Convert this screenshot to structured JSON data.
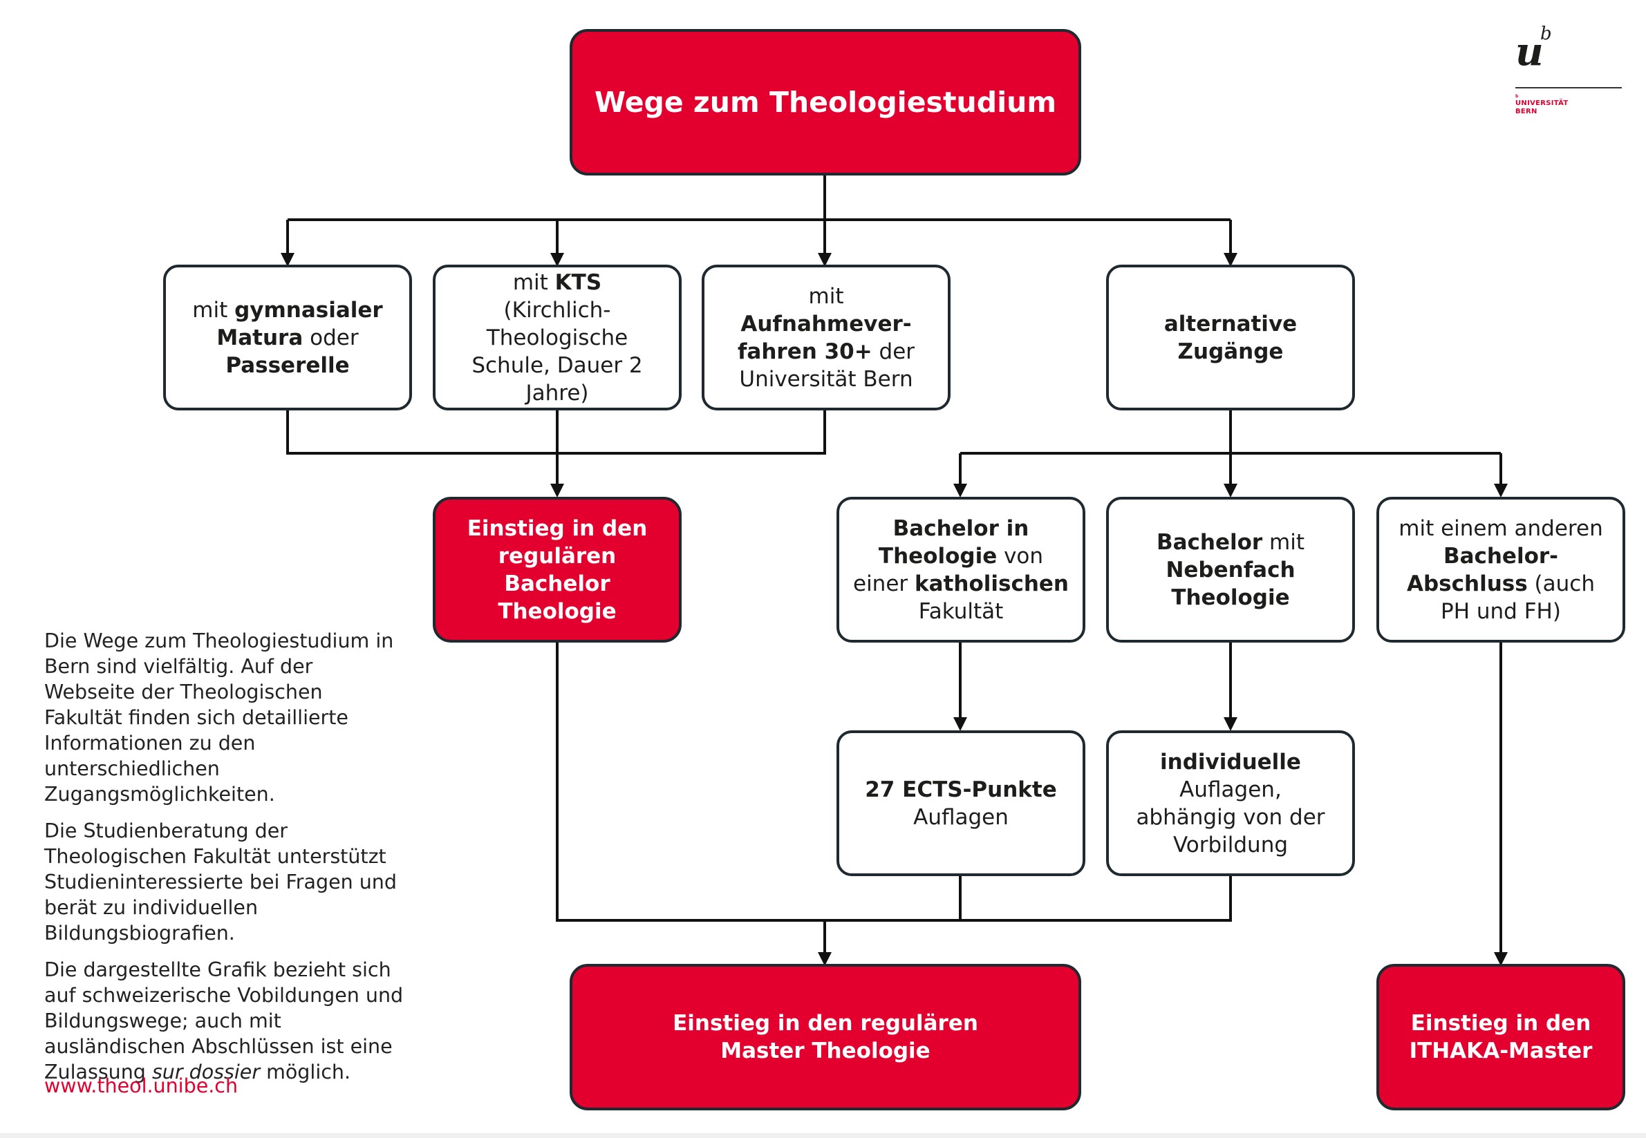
{
  "title": "Wege zum Theologiestudium",
  "colors": {
    "accent": "#e3002e",
    "border": "#1f2a30",
    "line": "#111111"
  },
  "logo": {
    "mark_u": "u",
    "mark_b": "b",
    "small_b": "b",
    "name_line1": "UNIVERSITÄT",
    "name_line2": "BERN"
  },
  "boxes": {
    "matura": {
      "pre": "mit ",
      "b1": "gymnasialer Matura",
      "mid": " oder ",
      "b2": "Passerelle"
    },
    "kts": {
      "pre": "mit ",
      "b1": "KTS",
      "rest": " (Kirchlich-Theologische Schule, Dauer 2 Jahre)"
    },
    "aufnahme": {
      "pre": "mit ",
      "b1": "Aufnahmever-fahren 30+",
      "rest": " der Universität Bern"
    },
    "alternativ": {
      "b1": "alternative Zugänge"
    },
    "einstieg_bachelor": {
      "text": "Einstieg in den regulären Bachelor Theologie"
    },
    "bachelor_kath": {
      "b1": "Bachelor in Theologie",
      "mid": " von einer ",
      "b2": "katholischen",
      "rest": " Fakultät"
    },
    "nebenfach": {
      "b1": "Bachelor",
      "mid": " mit ",
      "b2": "Nebenfach Theologie"
    },
    "anderer": {
      "pre": "mit einem anderen ",
      "b1": "Bachelor-Abschluss",
      "rest": " (auch PH und FH)"
    },
    "ects": {
      "b1": "27 ECTS-Punkte",
      "rest": " Auflagen"
    },
    "individuell": {
      "b1": "individuelle",
      "rest": " Auflagen, abhängig von der Vorbildung"
    },
    "master": {
      "text": "Einstieg in den regulären Master Theologie"
    },
    "ithaka": {
      "text": "Einstieg in den ITHAKA-Master"
    }
  },
  "sidebar": {
    "p1": "Die Wege zum Theologiestudium in Bern sind vielfältig. Auf der Webseite der Theologischen Fakultät finden sich detaillierte Informationen zu den unterschiedlichen Zugangsmöglichkeiten.",
    "p2": "Die Studienberatung der Theologischen Fakultät unterstützt Studieninteressierte bei Fragen und berät zu individuellen Bildungsbiografien.",
    "p3_pre": "Die dargestellte Grafik bezieht sich auf schweizerische Vobildungen und Bildungswege; auch mit ausländischen Abschlüssen ist eine Zulassung ",
    "p3_em": "sur dossier",
    "p3_post": " möglich.",
    "link": "www.theol.unibe.ch"
  }
}
